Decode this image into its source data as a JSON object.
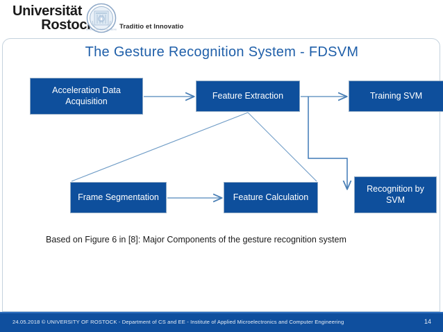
{
  "header": {
    "logo_line1": "Universität",
    "logo_line2": "Rostock",
    "motto": "Traditio et Innovatio",
    "seal_icon": "university-seal-icon"
  },
  "slide": {
    "title": "The Gesture Recognition System - FDSVM",
    "caption": "Based on Figure 6 in [8]: Major Components of the gesture recognition system"
  },
  "diagram": {
    "nodes": [
      {
        "id": "acquisition",
        "label": "Acceleration Data\nAcquisition"
      },
      {
        "id": "feature-extraction",
        "label": "Feature Extraction"
      },
      {
        "id": "training-svm",
        "label": "Training SVM"
      },
      {
        "id": "frame-segmentation",
        "label": "Frame Segmentation"
      },
      {
        "id": "feature-calculation",
        "label": "Feature Calculation"
      },
      {
        "id": "recognition-svm",
        "label": "Recognition by\nSVM"
      }
    ],
    "edges": [
      {
        "from": "acquisition",
        "to": "feature-extraction",
        "style": "arrow"
      },
      {
        "from": "feature-extraction",
        "to": "training-svm",
        "style": "arrow"
      },
      {
        "from": "feature-extraction",
        "to": "frame-segmentation",
        "style": "diagonal"
      },
      {
        "from": "feature-extraction",
        "to": "feature-calculation",
        "style": "diagonal"
      },
      {
        "from": "frame-segmentation",
        "to": "feature-calculation",
        "style": "arrow"
      },
      {
        "from": "feature-extraction",
        "to": "recognition-svm",
        "style": "elbow-arrow"
      }
    ]
  },
  "footer": {
    "text": "24.05.2018  © UNIVERSITY OF ROSTOCK - Department of CS and EE  - Institute of Applied Microelectronics and Computer Engineering",
    "page": "14"
  },
  "colors": {
    "node_fill": "#0e4f9c",
    "title_blue": "#1f5fa9",
    "footer_bar": "#0f4f9e",
    "wire": "#4a7fb5",
    "frame_border": "#c4d2dd"
  }
}
